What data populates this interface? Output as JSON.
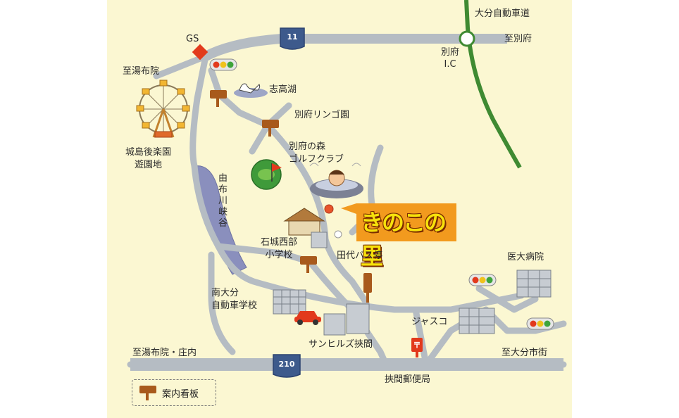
{
  "map": {
    "labels": {
      "oita_expressway": "大分自動車道",
      "to_beppu": "至別府",
      "beppu_ic": "別府\nI.C",
      "gs": "GS",
      "to_yufuin": "至湯布院",
      "shidaka_lake": "志高湖",
      "beppu_apple": "別府リンゴ園",
      "jojima_park": "城島後楽園\n遊園地",
      "beppu_forest_golf": "別府の森\nゴルフクラブ",
      "yufu_gorge": "由布川峡谷",
      "ishiki_school": "石城西部\n小学校",
      "tashiro_bus": "田代バス停",
      "oita_driving_school": "南大分\n自動車学校",
      "idai_hospital": "医大病院",
      "jasco": "ジャスコ",
      "sunhills": "サンヒルズ挾間",
      "to_yufuin_shonai": "至湯布院・庄内",
      "to_oita_city": "至大分市街",
      "hasama_post": "挾間郵便局",
      "legend": "案内看板"
    },
    "route_numbers": {
      "route11": "11",
      "route210": "210"
    },
    "logo_text": "きのこの里",
    "colors": {
      "background": "#fbf7d2",
      "road": "#b5bcc3",
      "road_edge": "#9aa2ab",
      "expressway": "#3f8a32",
      "river": "#8a8fbd",
      "logo_bg": "#f29a1e",
      "signpost": "#a85a1c",
      "gs_marker": "#e23b1c"
    },
    "icons": [
      "ferris-wheel-icon",
      "swan-boat-icon",
      "golf-green-icon",
      "onsen-bath-icon",
      "house-icon",
      "building-icon",
      "car-icon",
      "post-office-icon",
      "traffic-light-icon",
      "signpost-icon",
      "route-shield-icon"
    ]
  }
}
